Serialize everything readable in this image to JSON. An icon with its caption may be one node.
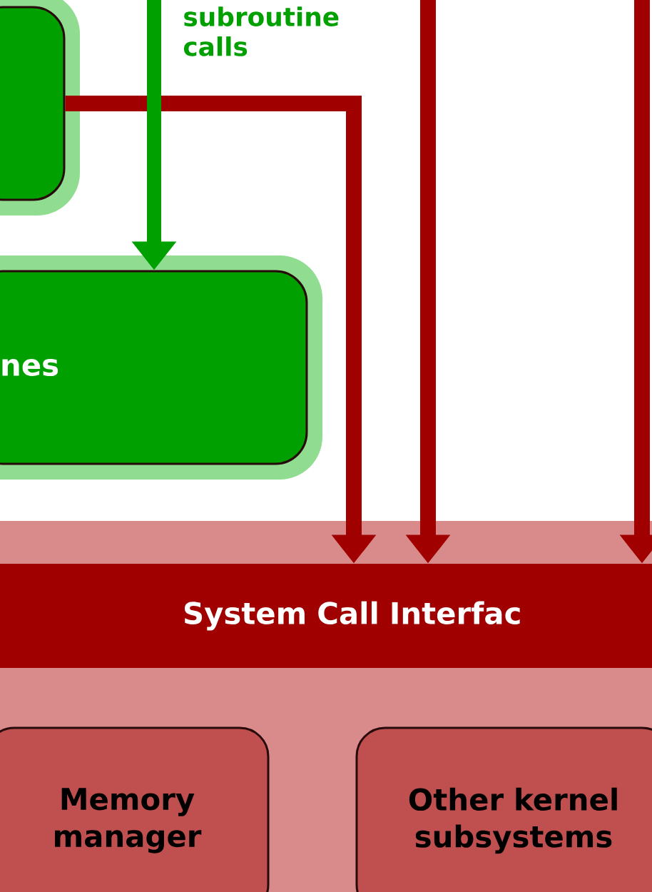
{
  "diagram": {
    "nodes": [
      {
        "text": [],
        "shape": "box"
      },
      {
        "text": [
          "nes"
        ]
      },
      {
        "text": [],
        "shape": "box"
      },
      {
        "text": [
          "System Call Interfac"
        ],
        "in": 2
      },
      {
        "text": [
          "Memory manager"
        ],
        "in": 2
      },
      {
        "text": [
          "Other kernel subsystems"
        ],
        "in": 2
      }
    ],
    "edges": [
      {
        "from": 0,
        "to": 3,
        "arrow": "to"
      },
      {
        "from": null,
        "to": 3,
        "arrow": "to"
      },
      {
        "from": null,
        "to": 3,
        "arrow": "to"
      },
      {
        "from": null,
        "to": 1,
        "arrow": "to",
        "label": "subroutine calls",
        "color": "#00a000"
      }
    ]
  }
}
